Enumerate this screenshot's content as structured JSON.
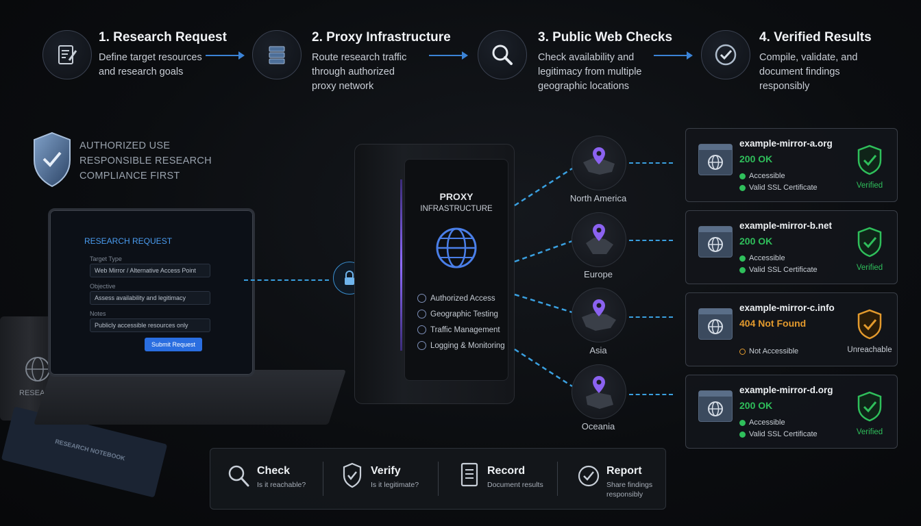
{
  "steps": [
    {
      "title": "1. Research Request",
      "desc": [
        "Define target resources",
        "and research goals"
      ],
      "icon": "document-edit-icon"
    },
    {
      "title": "2. Proxy Infrastructure",
      "desc": [
        "Route research traffic",
        "through authorized",
        "proxy network"
      ],
      "icon": "server-stack-icon"
    },
    {
      "title": "3. Public Web Checks",
      "desc": [
        "Check availability and",
        "legitimacy from multiple",
        "geographic locations"
      ],
      "icon": "search-icon"
    },
    {
      "title": "4. Verified Results",
      "desc": [
        "Compile, validate, and",
        "document findings",
        "responsibly"
      ],
      "icon": "check-circle-icon"
    }
  ],
  "authorized": [
    "AUTHORIZED USE",
    "RESPONSIBLE RESEARCH",
    "COMPLIANCE FIRST"
  ],
  "form": {
    "title": "RESEARCH REQUEST",
    "target_label": "Target Type",
    "target_value": "Web Mirror / Alternative Access Point",
    "objective_label": "Objective",
    "objective_value": "Assess availability and legitimacy",
    "notes_label": "Notes",
    "notes_value": "Publicly accessible resources only",
    "submit": "Submit Request"
  },
  "mug_text": "RESEARCH",
  "notebook_text": "RESEARCH NOTEBOOK",
  "proxy": {
    "title": "PROXY",
    "subtitle": "INFRASTRUCTURE",
    "features": [
      "Authorized Access",
      "Geographic Testing",
      "Traffic Management",
      "Logging & Monitoring"
    ]
  },
  "regions": [
    "North America",
    "Europe",
    "Asia",
    "Oceania"
  ],
  "results": [
    {
      "domain": "example-mirror-a.org",
      "status": "200 OK",
      "items": [
        "Accessible",
        "Valid SSL Certificate"
      ],
      "badge": "Verified",
      "color": "#2fbf5b"
    },
    {
      "domain": "example-mirror-b.net",
      "status": "200 OK",
      "items": [
        "Accessible",
        "Valid SSL Certificate"
      ],
      "badge": "Verified",
      "color": "#2fbf5b"
    },
    {
      "domain": "example-mirror-c.info",
      "status": "404 Not Found",
      "items": [
        "Not Accessible"
      ],
      "badge": "Unreachable",
      "color": "#e39a2d"
    },
    {
      "domain": "example-mirror-d.org",
      "status": "200 OK",
      "items": [
        "Accessible",
        "Valid SSL Certificate"
      ],
      "badge": "Verified",
      "color": "#2fbf5b"
    }
  ],
  "bottom": [
    {
      "title": "Check",
      "sub": [
        "Is it reachable?"
      ],
      "icon": "search-icon"
    },
    {
      "title": "Verify",
      "sub": [
        "Is it legitimate?"
      ],
      "icon": "shield-check-icon"
    },
    {
      "title": "Record",
      "sub": [
        "Document results"
      ],
      "icon": "document-icon"
    },
    {
      "title": "Report",
      "sub": [
        "Share findings",
        "responsibly"
      ],
      "icon": "check-circle-icon"
    }
  ]
}
